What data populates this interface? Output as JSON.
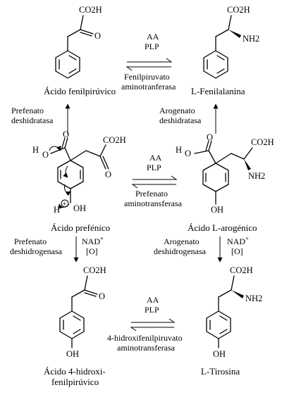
{
  "compounds": {
    "phenylpyruvic": {
      "name": "Ácido fenilpirúvico",
      "co2h": "CO2H",
      "o": "O"
    },
    "phenylalanine": {
      "name": "L-Fenilalanina",
      "co2h": "CO2H",
      "nh2": "NH2"
    },
    "prephenic": {
      "name": "Ácido prefénico",
      "co2h": "CO2H",
      "o": "O",
      "ho": "O",
      "h": "H",
      "oh": "OH",
      "hplus": "H",
      "plus": "+"
    },
    "arogenic": {
      "name": "Ácido L-arogénico",
      "co2h": "CO2H",
      "nh2": "NH2",
      "ho": "O",
      "h": "H",
      "oh": "OH"
    },
    "hydroxyphenylpyruvic": {
      "name_line1": "Ácido 4-hidroxi-",
      "name_line2": "fenilpirúvico",
      "co2h": "CO2H",
      "o": "O",
      "oh": "OH"
    },
    "tyrosine": {
      "name": "L-Tirosina",
      "co2h": "CO2H",
      "nh2": "NH2",
      "oh": "OH"
    }
  },
  "reactions": {
    "top": {
      "above1": "AA",
      "above2": "PLP",
      "below1": "Fenilpiruvato",
      "below2": "aminotranferasa"
    },
    "middle": {
      "above1": "AA",
      "above2": "PLP",
      "below1": "Prefenato",
      "below2": "aminotransferasa"
    },
    "bottom": {
      "above1": "AA",
      "above2": "PLP",
      "below1": "4-hidroxifenilpiruvato",
      "below2": "aminotransferasa"
    },
    "left_up": {
      "line1": "Prefenato",
      "line2": "deshidratasa"
    },
    "right_up": {
      "line1": "Arogenato",
      "line2": "deshidratasa"
    },
    "left_down": {
      "line1": "Prefenato",
      "line2": "deshidrogenasa",
      "cof1": "NAD",
      "cof1_sup": "+",
      "cof2": "[O]"
    },
    "right_down": {
      "line1": "Arogenato",
      "line2": "deshidrogenasa",
      "cof1": "NAD",
      "cof1_sup": "+",
      "cof2": "[O]"
    }
  }
}
